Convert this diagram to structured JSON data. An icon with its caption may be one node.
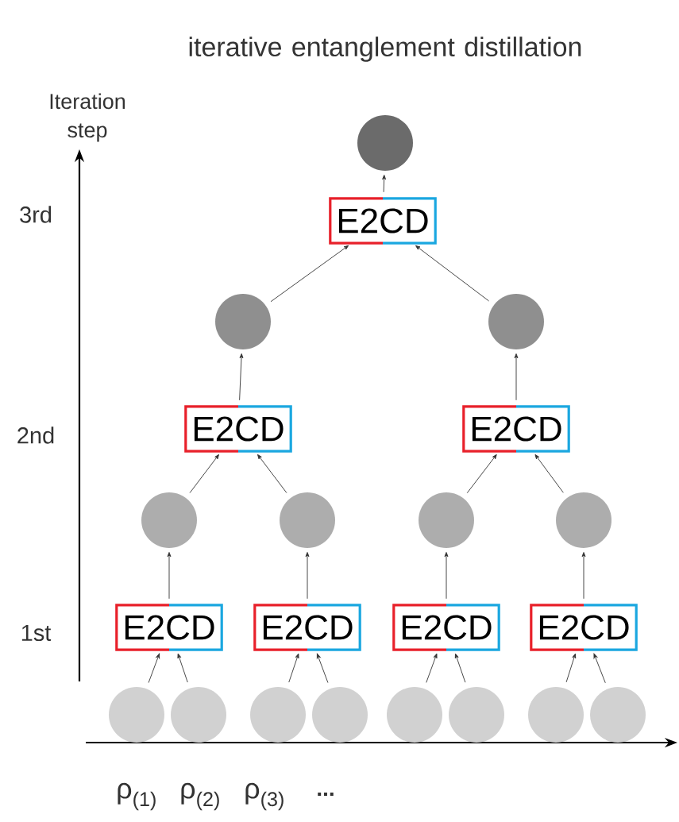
{
  "diagram": {
    "title": "iterative entanglement distillation",
    "nodes": [
      {
        "text": [],
        "shape": "circle"
      },
      {
        "text": [
          "E2CD"
        ]
      },
      {
        "text": [],
        "shape": "circle"
      },
      {
        "text": [],
        "shape": "circle"
      },
      {
        "text": [
          "E2CD"
        ]
      },
      {
        "text": [
          "E2CD"
        ]
      },
      {
        "text": [],
        "shape": "circle"
      },
      {
        "text": [],
        "shape": "circle"
      },
      {
        "text": [],
        "shape": "circle"
      },
      {
        "text": [],
        "shape": "circle"
      },
      {
        "text": [
          "E2CD"
        ]
      },
      {
        "text": [
          "E2CD"
        ]
      },
      {
        "text": [
          "E2CD"
        ]
      },
      {
        "text": [
          "E2CD"
        ]
      },
      {
        "text": [],
        "shape": "circle"
      },
      {
        "text": [],
        "shape": "circle"
      },
      {
        "text": [],
        "shape": "circle"
      },
      {
        "text": [],
        "shape": "circle"
      },
      {
        "text": [],
        "shape": "circle"
      },
      {
        "text": [],
        "shape": "circle"
      },
      {
        "text": [],
        "shape": "circle"
      },
      {
        "text": [],
        "shape": "circle"
      }
    ],
    "edges": [
      {
        "from": 1,
        "to": 0,
        "arrow": "to"
      },
      {
        "from": 2,
        "to": 1,
        "arrow": "to"
      },
      {
        "from": 3,
        "to": 1,
        "arrow": "to"
      },
      {
        "from": 4,
        "to": 2,
        "arrow": "to"
      },
      {
        "from": 5,
        "to": 3,
        "arrow": "to"
      },
      {
        "from": 6,
        "to": 4,
        "arrow": "to"
      },
      {
        "from": 7,
        "to": 4,
        "arrow": "to"
      },
      {
        "from": 8,
        "to": 5,
        "arrow": "to"
      },
      {
        "from": 9,
        "to": 5,
        "arrow": "to"
      },
      {
        "from": 10,
        "to": 6,
        "arrow": "to"
      },
      {
        "from": 11,
        "to": 7,
        "arrow": "to"
      },
      {
        "from": 12,
        "to": 8,
        "arrow": "to"
      },
      {
        "from": 13,
        "to": 9,
        "arrow": "to"
      },
      {
        "from": 14,
        "to": 10,
        "arrow": "to"
      },
      {
        "from": 15,
        "to": 10,
        "arrow": "to"
      },
      {
        "from": 16,
        "to": 11,
        "arrow": "to"
      },
      {
        "from": 17,
        "to": 11,
        "arrow": "to"
      },
      {
        "from": 18,
        "to": 12,
        "arrow": "to"
      },
      {
        "from": 19,
        "to": 12,
        "arrow": "to"
      },
      {
        "from": 20,
        "to": 13,
        "arrow": "to"
      },
      {
        "from": 21,
        "to": 13,
        "arrow": "to"
      }
    ],
    "labels": [
      "Iteration step",
      "3rd",
      "2nd",
      "1st",
      "ρ$_{(1)}$",
      "ρ$_{(2)}$",
      "ρ$_{(3)}$",
      "..."
    ]
  }
}
